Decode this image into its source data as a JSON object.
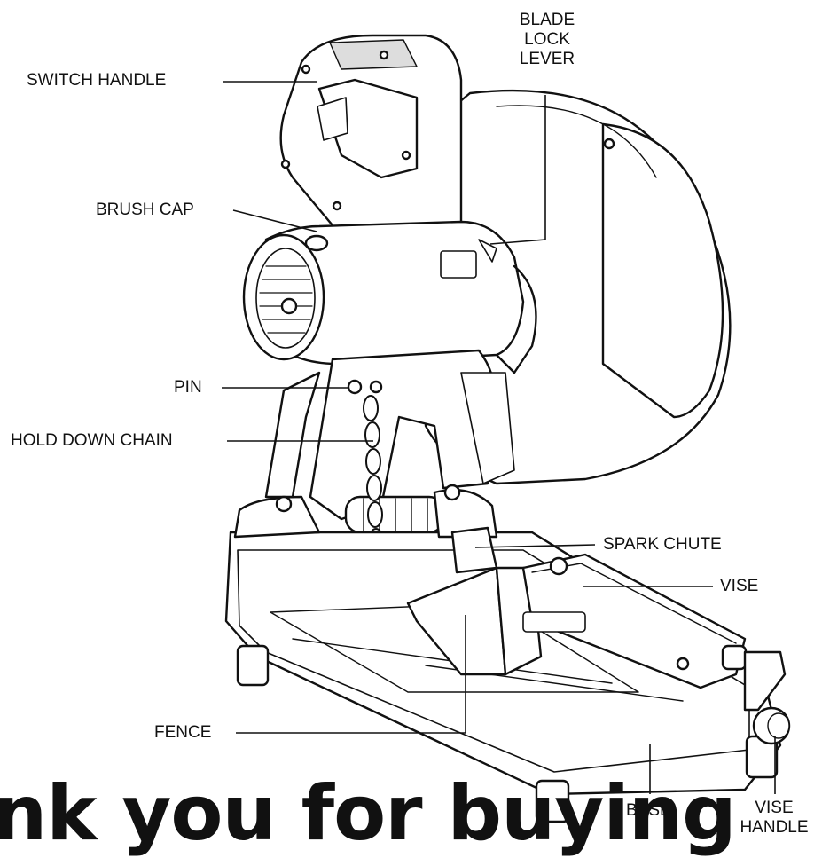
{
  "labels": {
    "switch_handle": "SWITCH HANDLE",
    "blade_lock_lever": [
      "BLADE",
      "LOCK",
      "LEVER"
    ],
    "brush_cap": "BRUSH CAP",
    "pin": "PIN",
    "hold_down_chain": "HOLD DOWN CHAIN",
    "spark_chute": "SPARK CHUTE",
    "vise": "VISE",
    "fence": "FENCE",
    "base": "BASE",
    "vise_handle": [
      "VISE",
      "HANDLE"
    ]
  },
  "headline": "nk you for buying",
  "colors": {
    "ink": "#111111",
    "paper": "#ffffff"
  }
}
